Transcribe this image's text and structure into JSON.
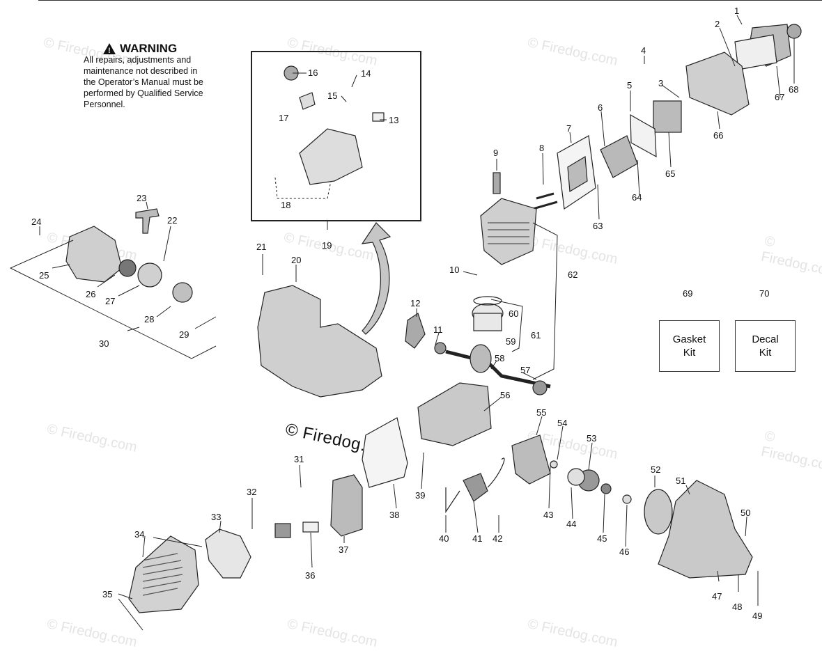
{
  "warning": {
    "title": "WARNING",
    "body_lines": [
      "All repairs, adjustments and",
      "maintenance not described in",
      "the Operator’s Manual must be",
      "performed by Qualified Service",
      "Personnel."
    ]
  },
  "kits": [
    {
      "number": "69",
      "label_lines": [
        "Gasket",
        "Kit"
      ]
    },
    {
      "number": "70",
      "label_lines": [
        "Decal",
        "Kit"
      ]
    }
  ],
  "copyright": "© Firedog.com",
  "watermark": "© Firedog.com",
  "part_numbers": [
    "1",
    "2",
    "3",
    "4",
    "5",
    "6",
    "7",
    "8",
    "9",
    "10",
    "11",
    "12",
    "13",
    "14",
    "15",
    "16",
    "17",
    "18",
    "19",
    "20",
    "21",
    "22",
    "23",
    "24",
    "25",
    "26",
    "27",
    "28",
    "29",
    "30",
    "31",
    "32",
    "33",
    "34",
    "35",
    "36",
    "37",
    "38",
    "39",
    "40",
    "41",
    "42",
    "43",
    "44",
    "45",
    "46",
    "47",
    "48",
    "49",
    "50",
    "51",
    "52",
    "53",
    "54",
    "55",
    "56",
    "57",
    "58",
    "59",
    "60",
    "61",
    "62",
    "63",
    "64",
    "65",
    "66",
    "67",
    "68"
  ],
  "icons": [
    "warning-triangle-icon",
    "curved-arrow-icon"
  ],
  "colors": {
    "line": "#222222",
    "part_fill": "#d9d9d9",
    "watermark": "#e4e4e4"
  }
}
